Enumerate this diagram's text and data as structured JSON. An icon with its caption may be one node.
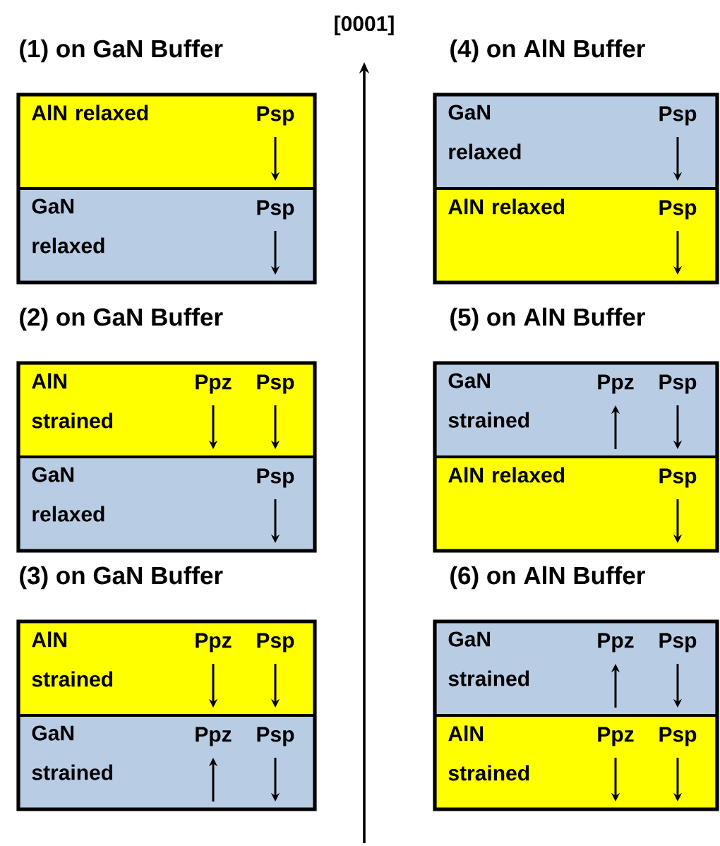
{
  "diagram": {
    "nodes": [
      {
        "text": [
          "(1) on GaN Buffer"
        ]
      },
      {
        "text": [
          "AlN relaxed",
          "Psp"
        ],
        "in": 0
      },
      {
        "text": [
          "GaN relaxed",
          "Psp"
        ],
        "in": 0
      },
      {
        "text": [
          "(2) on GaN Buffer"
        ]
      },
      {
        "text": [
          "AlN strained",
          "Ppz",
          "Psp"
        ],
        "in": 3
      },
      {
        "text": [
          "GaN relaxed",
          "Psp"
        ],
        "in": 3
      },
      {
        "text": [
          "(3) on GaN Buffer"
        ]
      },
      {
        "text": [
          "AlN strained",
          "Ppz",
          "Psp"
        ],
        "in": 6
      },
      {
        "text": [
          "GaN strained",
          "Ppz",
          "Psp"
        ],
        "in": 6
      },
      {
        "text": [
          "(4) on AlN Buffer"
        ]
      },
      {
        "text": [
          "GaN relaxed",
          "Psp"
        ],
        "in": 9
      },
      {
        "text": [
          "AlN relaxed",
          "Psp"
        ],
        "in": 9
      },
      {
        "text": [
          "(5) on AlN Buffer"
        ]
      },
      {
        "text": [
          "GaN strained",
          "Ppz",
          "Psp"
        ],
        "in": 12
      },
      {
        "text": [
          "AlN relaxed",
          "Psp"
        ],
        "in": 12
      },
      {
        "text": [
          "(6) on AlN Buffer"
        ]
      },
      {
        "text": [
          "GaN strained",
          "Ppz",
          "Psp"
        ],
        "in": 15
      },
      {
        "text": [
          "AlN strained",
          "Ppz",
          "Psp"
        ],
        "in": 15
      }
    ],
    "labels": [
      "[0001]"
    ]
  }
}
